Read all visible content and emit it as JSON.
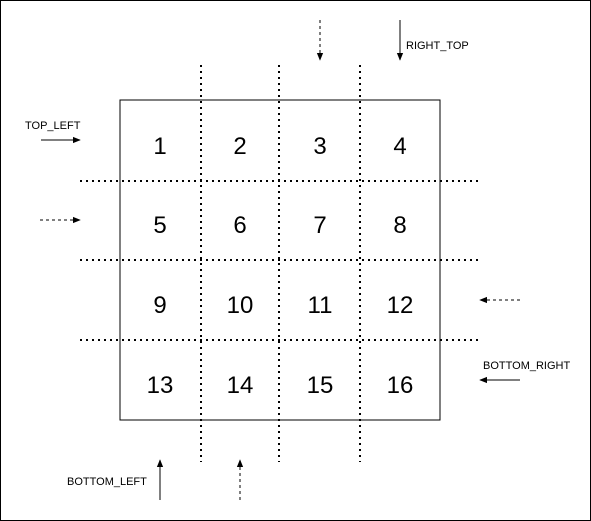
{
  "grid": {
    "cells": [
      "1",
      "2",
      "3",
      "4",
      "5",
      "6",
      "7",
      "8",
      "9",
      "10",
      "11",
      "12",
      "13",
      "14",
      "15",
      "16"
    ]
  },
  "labels": {
    "top_left": "TOP_LEFT",
    "right_top": "RIGHT_TOP",
    "bottom_right": "BOTTOM_RIGHT",
    "bottom_left": "BOTTOM_LEFT"
  },
  "colors": {
    "stroke": "#000000",
    "background": "#ffffff"
  }
}
